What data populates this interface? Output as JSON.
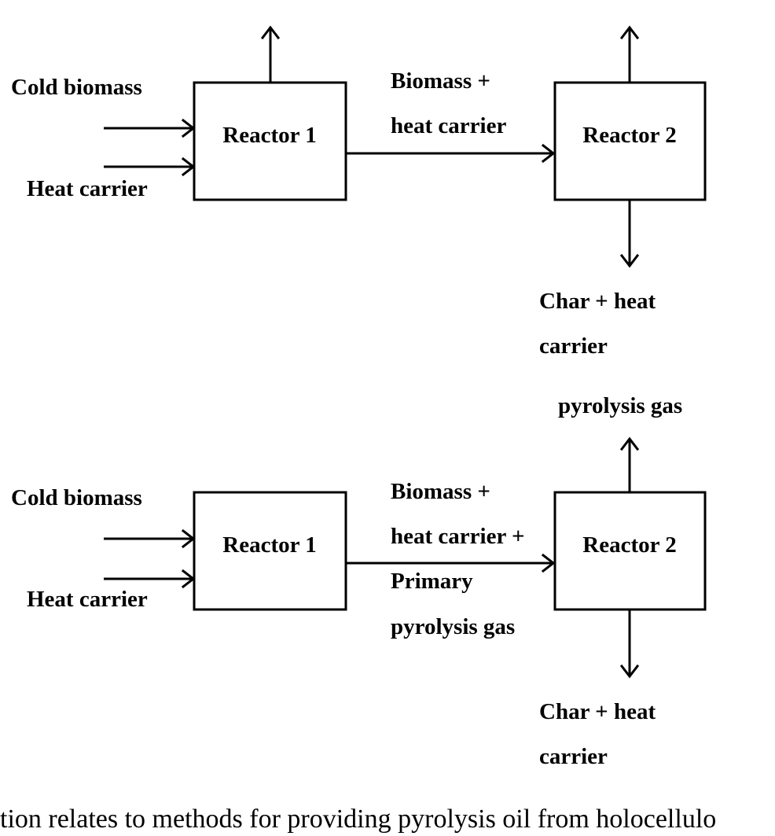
{
  "diagram_top": {
    "inputs": {
      "cold_biomass": "Cold biomass",
      "heat_carrier": "Heat carrier"
    },
    "reactor1": "Reactor 1",
    "reactor2": "Reactor 2",
    "transfer_lines": [
      "Biomass +",
      "heat carrier"
    ],
    "output_lines": [
      "Char + heat",
      "carrier"
    ]
  },
  "diagram_bottom": {
    "inputs": {
      "cold_biomass": "Cold biomass",
      "heat_carrier": "Heat carrier"
    },
    "reactor1": "Reactor 1",
    "reactor2": "Reactor 2",
    "transfer_lines": [
      "Biomass +",
      "heat carrier +",
      "Primary",
      "pyrolysis gas"
    ],
    "top_output": "pyrolysis gas",
    "output_lines": [
      "Char + heat",
      "carrier"
    ]
  },
  "caption": "tion relates to methods for providing pyrolysis oil from holocellulo"
}
